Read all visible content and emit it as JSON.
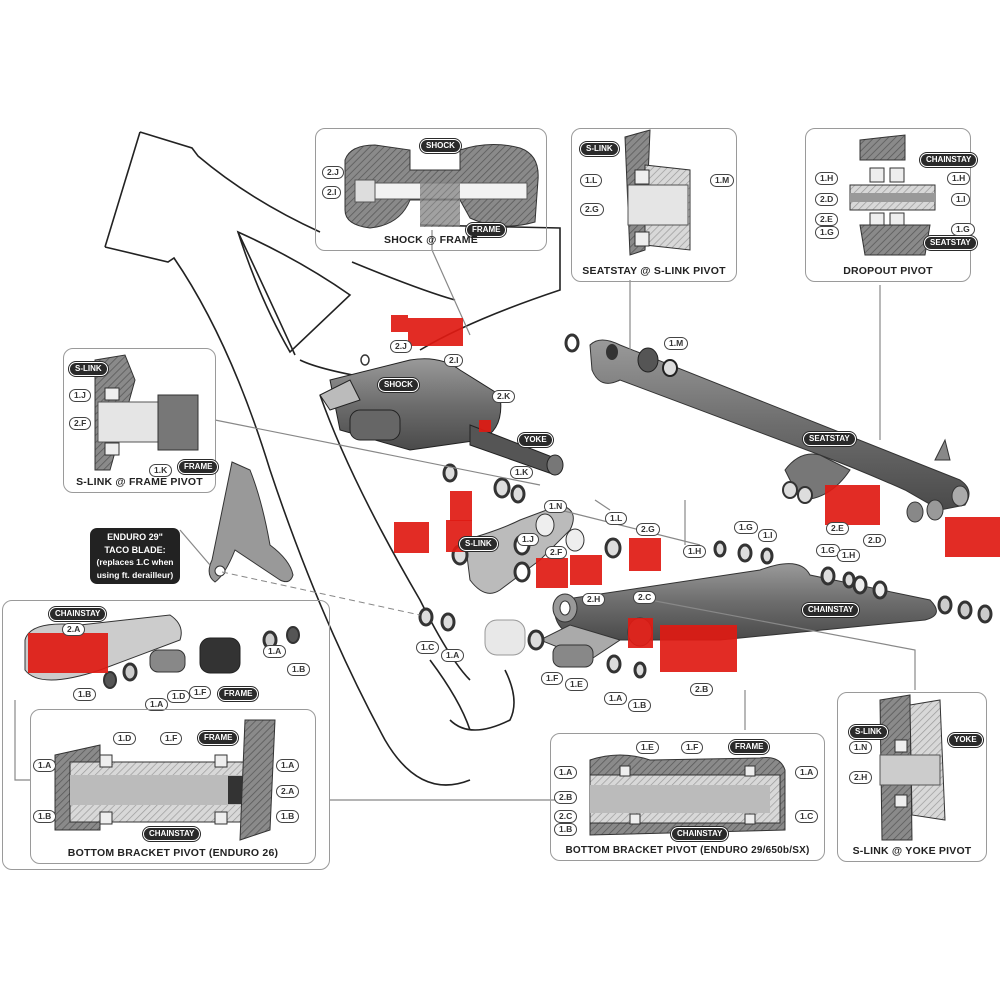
{
  "diagram": {
    "title": "Rear suspension pivot hardware exploded view",
    "highlight_color": "#e01a12",
    "tag_color": "#2a2a2a",
    "main_labels": {
      "shock": "SHOCK",
      "yoke": "YOKE",
      "s_link": "S-LINK",
      "seatstay": "SEATSTAY",
      "chainstay": "CHAINSTAY"
    },
    "main_callouts": [
      "2.J",
      "2.I",
      "2.K",
      "1.K",
      "1.N",
      "1.J",
      "2.F",
      "1.L",
      "2.G",
      "2.H",
      "2.C",
      "2.B",
      "1.M",
      "2.E",
      "2.D",
      "1.G",
      "1.I",
      "1.H",
      "1.G",
      "1.H",
      "1.C",
      "1.A",
      "1.F",
      "1.E",
      "1.A",
      "1.B"
    ],
    "taco_note": {
      "line1": "ENDURO 29\"",
      "line2": "TACO BLADE:",
      "line3": "(replaces 1.C when",
      "line4": "using ft. derailleur)"
    },
    "insets": {
      "shock_frame": {
        "title": "SHOCK @ FRAME",
        "tags": [
          "SHOCK",
          "FRAME"
        ],
        "callouts": [
          "2.J",
          "2.I"
        ]
      },
      "seatstay_slink": {
        "title": "SEATSTAY @ S-LINK PIVOT",
        "tags": [
          "S-LINK"
        ],
        "callouts": [
          "1.L",
          "2.G",
          "1.M"
        ]
      },
      "dropout": {
        "title": "DROPOUT PIVOT",
        "tags": [
          "CHAINSTAY",
          "SEATSTAY"
        ],
        "callouts": [
          "1.H",
          "2.D",
          "2.E",
          "1.G",
          "1.H",
          "1.I",
          "1.G"
        ]
      },
      "slink_frame": {
        "title": "S-LINK @ FRAME PIVOT",
        "tags": [
          "S-LINK",
          "FRAME"
        ],
        "callouts": [
          "1.J",
          "2.F",
          "1.K"
        ]
      },
      "bb_enduro26_exploded": {
        "tags": [
          "CHAINSTAY",
          "FRAME"
        ],
        "callouts": [
          "2.A",
          "1.B",
          "1.A",
          "1.D",
          "1.F",
          "1.A",
          "1.B"
        ]
      },
      "bb_enduro26": {
        "title": "BOTTOM BRACKET PIVOT (ENDURO 26)",
        "tags": [
          "FRAME",
          "CHAINSTAY"
        ],
        "callouts": [
          "1.D",
          "1.F",
          "1.A",
          "1.A",
          "2.A",
          "1.B",
          "1.B"
        ]
      },
      "bb_enduro29": {
        "title": "BOTTOM BRACKET PIVOT (ENDURO 29/650b/SX)",
        "tags": [
          "FRAME",
          "CHAINSTAY"
        ],
        "callouts": [
          "1.E",
          "1.F",
          "1.A",
          "1.A",
          "2.B",
          "2.C",
          "1.C",
          "1.B"
        ]
      },
      "slink_yoke": {
        "title": "S-LINK @ YOKE PIVOT",
        "tags": [
          "S-LINK",
          "YOKE"
        ],
        "callouts": [
          "1.N",
          "2.H"
        ]
      }
    }
  }
}
